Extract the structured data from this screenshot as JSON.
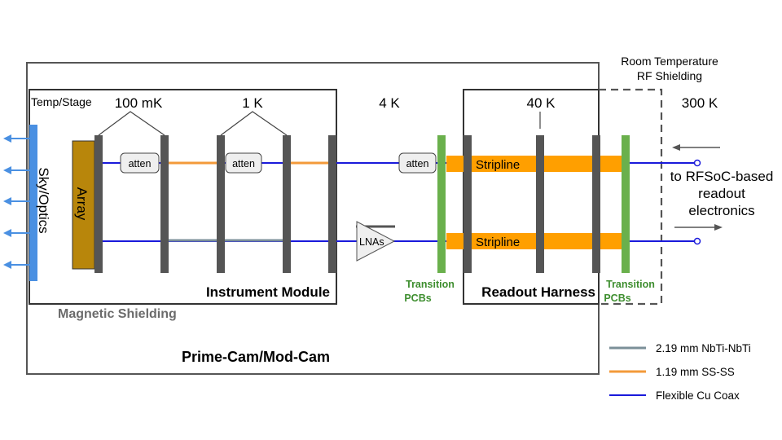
{
  "labels": {
    "room_temp_line1": "Room Temperature",
    "room_temp_line2": "RF Shielding",
    "temp_stage": "Temp/Stage",
    "t_100mk": "100 mK",
    "t_1k": "1 K",
    "t_4k": "4 K",
    "t_40k": "40 K",
    "t_300k": "300 K",
    "sky_optics": "Sky/Optics",
    "array": "Array",
    "atten": "atten",
    "lnas": "LNAs",
    "stripline": "Stripline",
    "instrument_module": "Instrument Module",
    "readout_harness": "Readout Harness",
    "transition": "Transition",
    "pcbs": "PCBs",
    "magnetic_shielding": "Magnetic Shielding",
    "prime_cam": "Prime-Cam/Mod-Cam",
    "rfsoc_line1": "to RFSoC-based",
    "rfsoc_line2": "readout",
    "rfsoc_line3": "electronics"
  },
  "legend": [
    {
      "label": "2.19 mm NbTi-NbTi",
      "color": "#7b8f98"
    },
    {
      "label": "1.19 mm SS-SS",
      "color": "#f39a3a"
    },
    {
      "label": "Flexible Cu Coax",
      "color": "#1a1adb"
    }
  ],
  "colors": {
    "optics_blue": "#4a90e2",
    "array_fill": "#b8860b",
    "plate_gray": "#555555",
    "pcb_green": "#6ab04c",
    "stripline_orange": "#ff9f00",
    "coax_blue": "#1a1adb",
    "nbti_gray": "#7b8f98",
    "ss_orange": "#f39a3a"
  }
}
